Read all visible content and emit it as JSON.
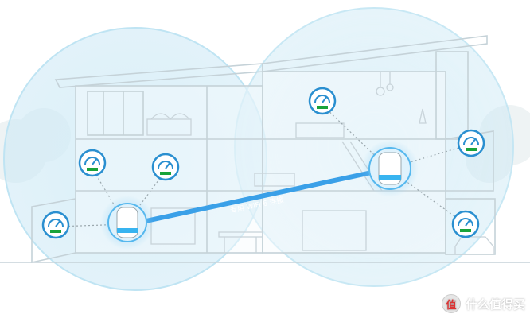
{
  "link_label": "专用 WiFi 6 连接",
  "watermark": {
    "logo_char": "值",
    "text": "什么值得买"
  },
  "colors": {
    "coverage": "#bfe4f3",
    "house_line": "#cfd8dd",
    "link": "#3aa0e8",
    "speed_green": "#19a33a",
    "gauge_ring": "#2a8fd0"
  }
}
